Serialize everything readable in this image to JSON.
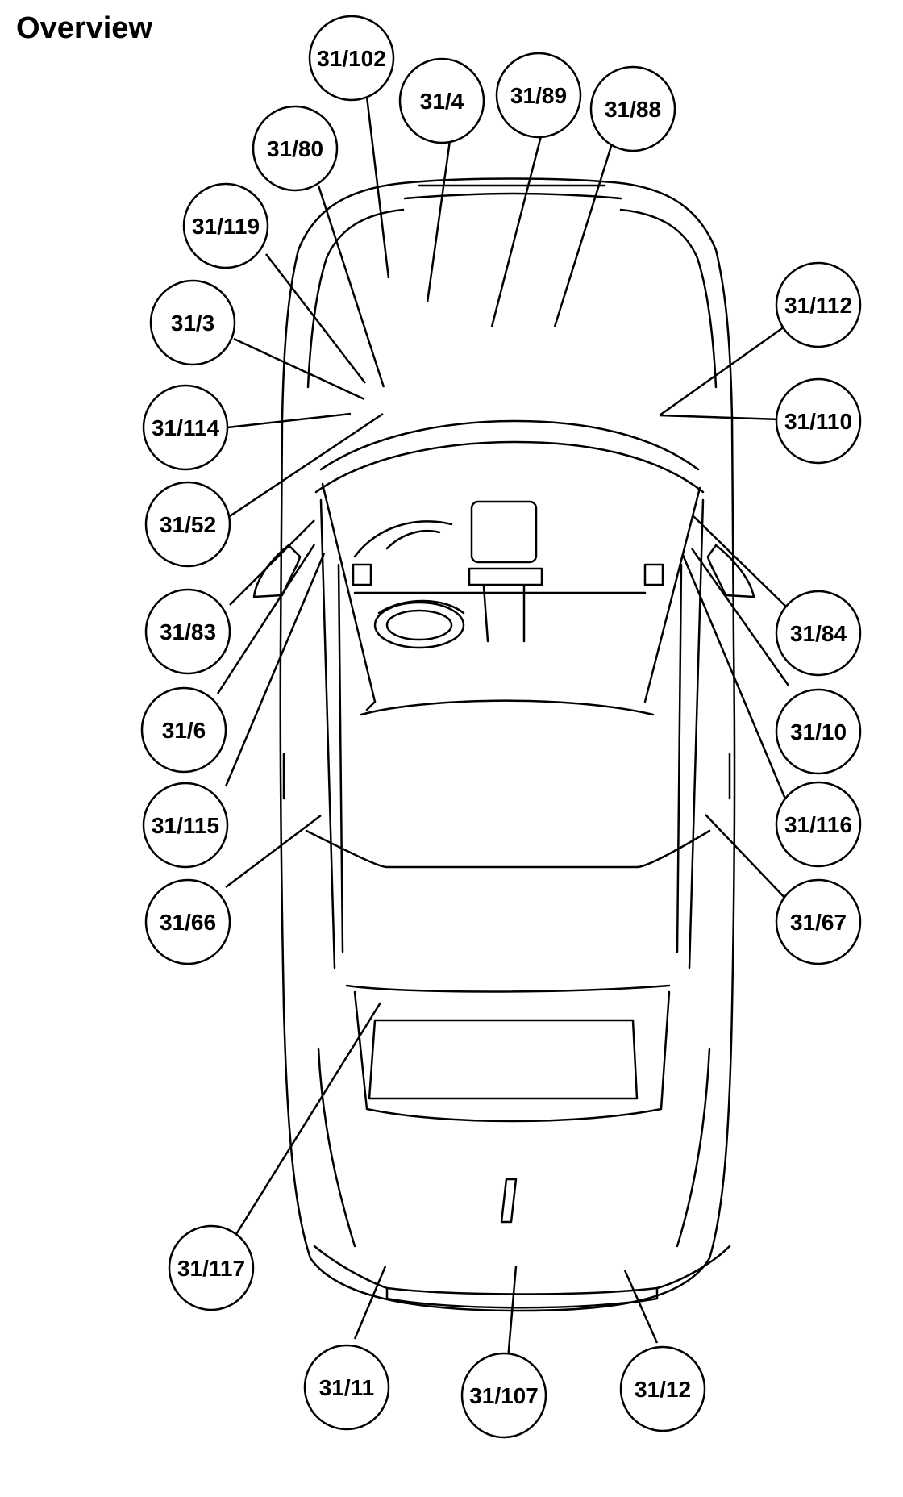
{
  "title": "Overview",
  "callouts": [
    {
      "id": "c1",
      "label": "31/102"
    },
    {
      "id": "c2",
      "label": "31/4"
    },
    {
      "id": "c3",
      "label": "31/89"
    },
    {
      "id": "c4",
      "label": "31/88"
    },
    {
      "id": "c5",
      "label": "31/80"
    },
    {
      "id": "c6",
      "label": "31/119"
    },
    {
      "id": "c7",
      "label": "31/3"
    },
    {
      "id": "c8",
      "label": "31/114"
    },
    {
      "id": "c9",
      "label": "31/52"
    },
    {
      "id": "c10",
      "label": "31/83"
    },
    {
      "id": "c11",
      "label": "31/6"
    },
    {
      "id": "c12",
      "label": "31/115"
    },
    {
      "id": "c13",
      "label": "31/66"
    },
    {
      "id": "c14",
      "label": "31/117"
    },
    {
      "id": "c15",
      "label": "31/11"
    },
    {
      "id": "c16",
      "label": "31/107"
    },
    {
      "id": "c17",
      "label": "31/12"
    },
    {
      "id": "c18",
      "label": "31/112"
    },
    {
      "id": "c19",
      "label": "31/110"
    },
    {
      "id": "c20",
      "label": "31/84"
    },
    {
      "id": "c21",
      "label": "31/10"
    },
    {
      "id": "c22",
      "label": "31/116"
    },
    {
      "id": "c23",
      "label": "31/67"
    }
  ]
}
